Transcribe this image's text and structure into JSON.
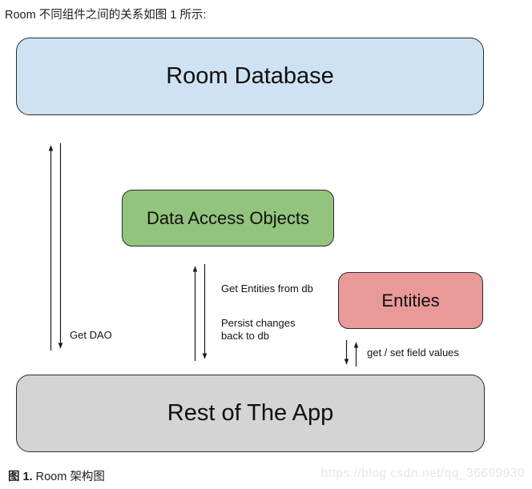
{
  "page": {
    "intro_text": "Room 不同组件之间的关系如图 1 所示:",
    "caption": {
      "prefix": "图 1.",
      "text": "Room 架构图"
    },
    "watermark": "https://blog.csdn.net/qq_36699930"
  },
  "diagram": {
    "boxes": {
      "room_database": {
        "label": "Room Database",
        "fill": "#cfe2f3"
      },
      "dao": {
        "label": "Data Access Objects",
        "fill": "#93c47d"
      },
      "entities": {
        "label": "Entities",
        "fill": "#ea9999"
      },
      "rest_of_app": {
        "label": "Rest of The App",
        "fill": "#d4d4d4"
      }
    },
    "arrow_labels": {
      "get_dao": "Get DAO",
      "get_entities_from_db": "Get Entities from db",
      "persist_changes": "Persist changes back to db",
      "get_set_field_values": "get / set field values"
    },
    "arrow_color": "#1a1a1a"
  }
}
